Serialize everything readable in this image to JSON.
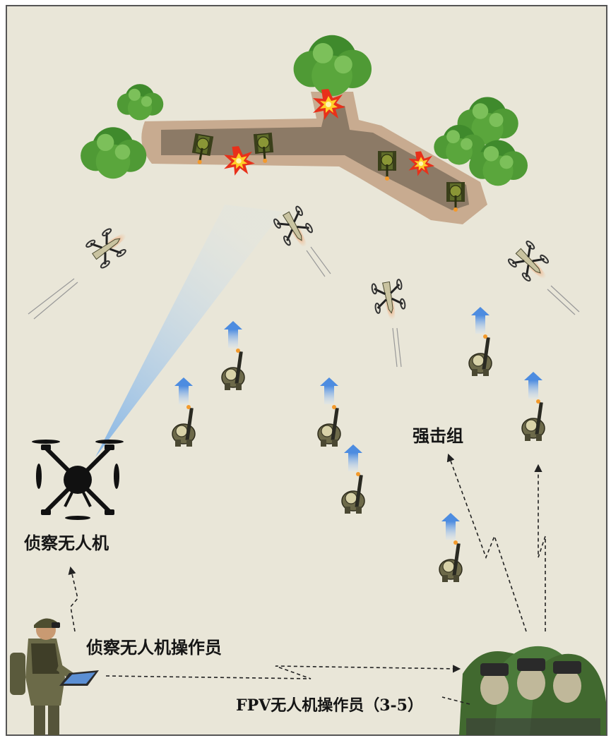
{
  "labels": {
    "recon_drone": "侦察无人机",
    "strike_group": "强击组",
    "recon_operator": "侦察无人机操作员",
    "fpv_operators": "FPV无人机操作员（3-5）"
  },
  "icons": [
    "quadcopter-icon",
    "fpv-drone-icon",
    "tank-icon",
    "explosion-icon",
    "tree-icon",
    "soldier-icon",
    "tablet-icon",
    "vr-goggles-icon",
    "up-arrow-icon"
  ],
  "colors": {
    "background": "#e9e6d8",
    "border": "#555555",
    "trench_outer": "#c8ab90",
    "trench_inner": "#8c7a66",
    "foliage": "#4f9a35",
    "camera_beam": "#7fb2e6",
    "movement_arrow": "#4d8ce0",
    "operator_hood": "#4b7a3a"
  }
}
